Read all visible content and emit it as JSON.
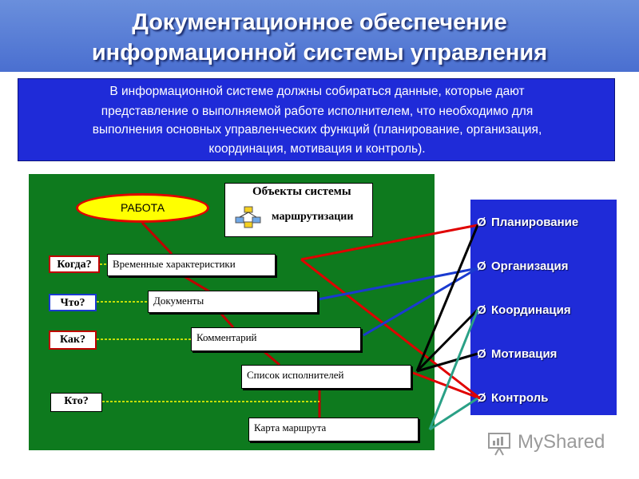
{
  "header": {
    "title_line1": "Документационное обеспечение",
    "title_line2": "информационной системы управления"
  },
  "intro": {
    "line1": "В информационной системе должны собираться данные, которые дают",
    "line2": "представление о выполняемой работе исполнителем, что необходимо для",
    "line3": "выполнения основных управленческих функций (планирование, организация,",
    "line4": "координация, мотивация и контроль)."
  },
  "diagram": {
    "work_label": "РАБОТА",
    "objects_line1": "Объекты  системы",
    "objects_line2": "маршрутизации",
    "questions": [
      "Когда?",
      "Что?",
      "Как?",
      "Кто?"
    ],
    "items": [
      "Временные характеристики",
      "Документы",
      "Комментарий",
      "Список исполнителей",
      "Карта маршрута"
    ]
  },
  "functions": {
    "bullet": "Ø",
    "items": [
      "Планирование",
      "Организация",
      "Координация",
      "Мотивация",
      "Контроль"
    ]
  },
  "watermark": {
    "text": "MyShared"
  },
  "colors": {
    "title_bg": "#4a6fd0",
    "intro_bg": "#1f2bd8",
    "panel_green": "#0e7a1e",
    "panel_blue": "#1f2bd8",
    "ellipse_fill": "#ffff00",
    "red_line": "#e00000",
    "dark_red_line": "#c00000",
    "blue_line": "#1a3ad0",
    "teal_line": "#2aa086",
    "yellow_connector": "#ffff00"
  }
}
